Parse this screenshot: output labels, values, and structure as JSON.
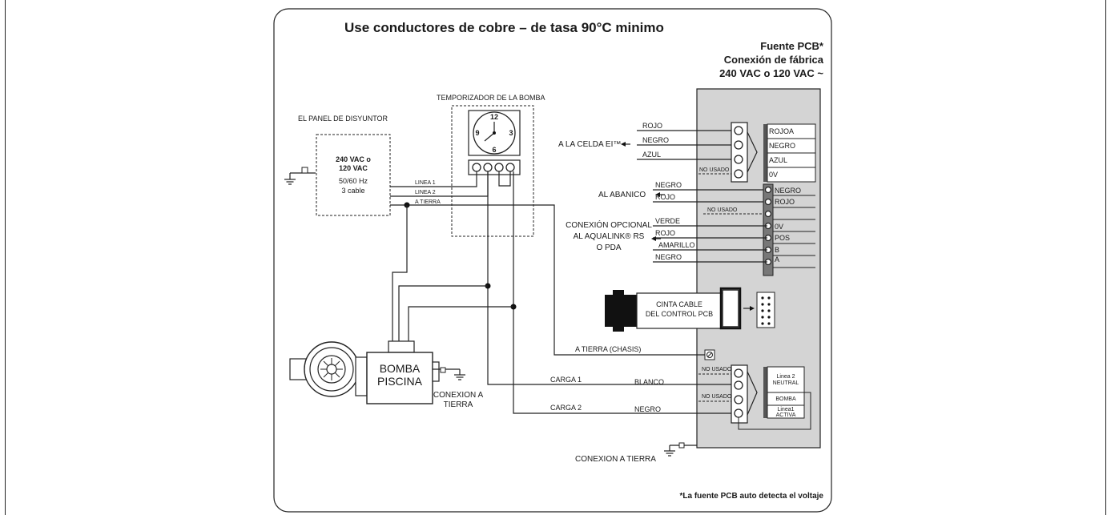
{
  "title": "Use conductores de cobre –  de tasa 90°C minimo",
  "source": {
    "line1": "Fuente PCB*",
    "line2": "Conexión de fábrica",
    "line3": "240 VAC o 120 VAC ~"
  },
  "footnote": "*La fuente PCB auto detecta el voltaje",
  "breaker_panel": {
    "title": "EL PANEL DE DISYUNTOR",
    "voltage1": "240 VAC o",
    "voltage2": "120 VAC",
    "freq": "50/60 Hz",
    "wires": "3 cable",
    "linea1": "LINEA 1",
    "linea2": "LINEA 2",
    "tierra": "A TIERRA"
  },
  "timer": {
    "title": "TEMPORIZADOR DE LA BOMBA",
    "n12": "12",
    "n3": "3",
    "n6": "6",
    "n9": "9"
  },
  "cell": {
    "label": "A LA CELDA EI™",
    "wires": [
      "ROJO",
      "NEGRO",
      "AZUL"
    ],
    "terminals": [
      "ROJOA",
      "NEGRO",
      "AZUL",
      "0V"
    ],
    "not_used": "NO USADO"
  },
  "fan": {
    "label": "AL ABANICO",
    "wires": [
      "NEGRO",
      "ROJO"
    ],
    "terminals": [
      "NEGRO",
      "ROJO"
    ],
    "not_used": "NO USADO"
  },
  "aqualink": {
    "label1": "CONEXIÓN OPCIONAL",
    "label2": "AL AQUALINK® RS",
    "label3": "O PDA",
    "wires": [
      "VERDE",
      "ROJO",
      "AMARILLO",
      "NEGRO"
    ],
    "terminals": [
      "0V",
      "POS",
      "B",
      "A"
    ]
  },
  "ribbon": {
    "line1": "CINTA CABLE",
    "line2": "DEL CONTROL PCB"
  },
  "chassis_ground": "A TIERRA (CHASIS)",
  "pump": {
    "line1": "BOMBA",
    "line2": "PISCINA",
    "ground1": "CONEXION A",
    "ground2": "TIERRA"
  },
  "loads": {
    "carga1": "CARGA 1",
    "blanco": "BLANCO",
    "carga2": "CARGA 2",
    "negro": "NEGRO",
    "not_used1": "NO USADO",
    "not_used2": "NO USADO",
    "linea2": "Linea 2",
    "neutral": "NEUTRAL",
    "bomba": "BOMBA",
    "linea1": "Linea1",
    "activa": "ACTIVA"
  },
  "bottom_ground": "CONEXION A TIERRA"
}
